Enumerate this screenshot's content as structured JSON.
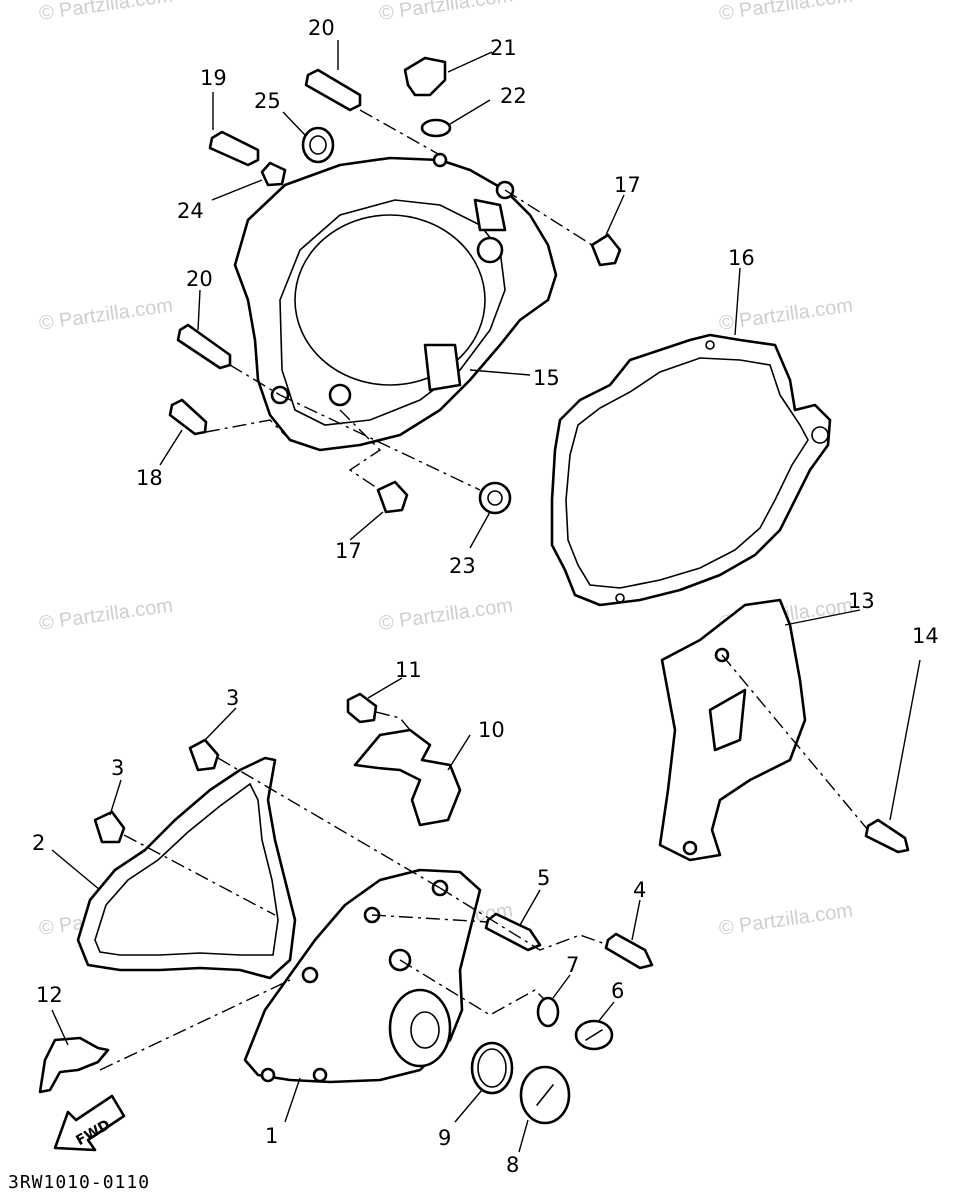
{
  "diagram": {
    "drawing_code": "3RW1010-0110",
    "fwd_label": "FWD",
    "callouts": [
      "1",
      "2",
      "3",
      "3",
      "4",
      "5",
      "6",
      "7",
      "8",
      "9",
      "10",
      "11",
      "12",
      "13",
      "14",
      "15",
      "16",
      "17",
      "17",
      "18",
      "19",
      "20",
      "20",
      "21",
      "22",
      "23",
      "24",
      "25"
    ],
    "watermark": "© Partzilla.com"
  },
  "colors": {
    "ink": "#000000",
    "watermark": "#cfcfcf",
    "background": "#ffffff"
  }
}
